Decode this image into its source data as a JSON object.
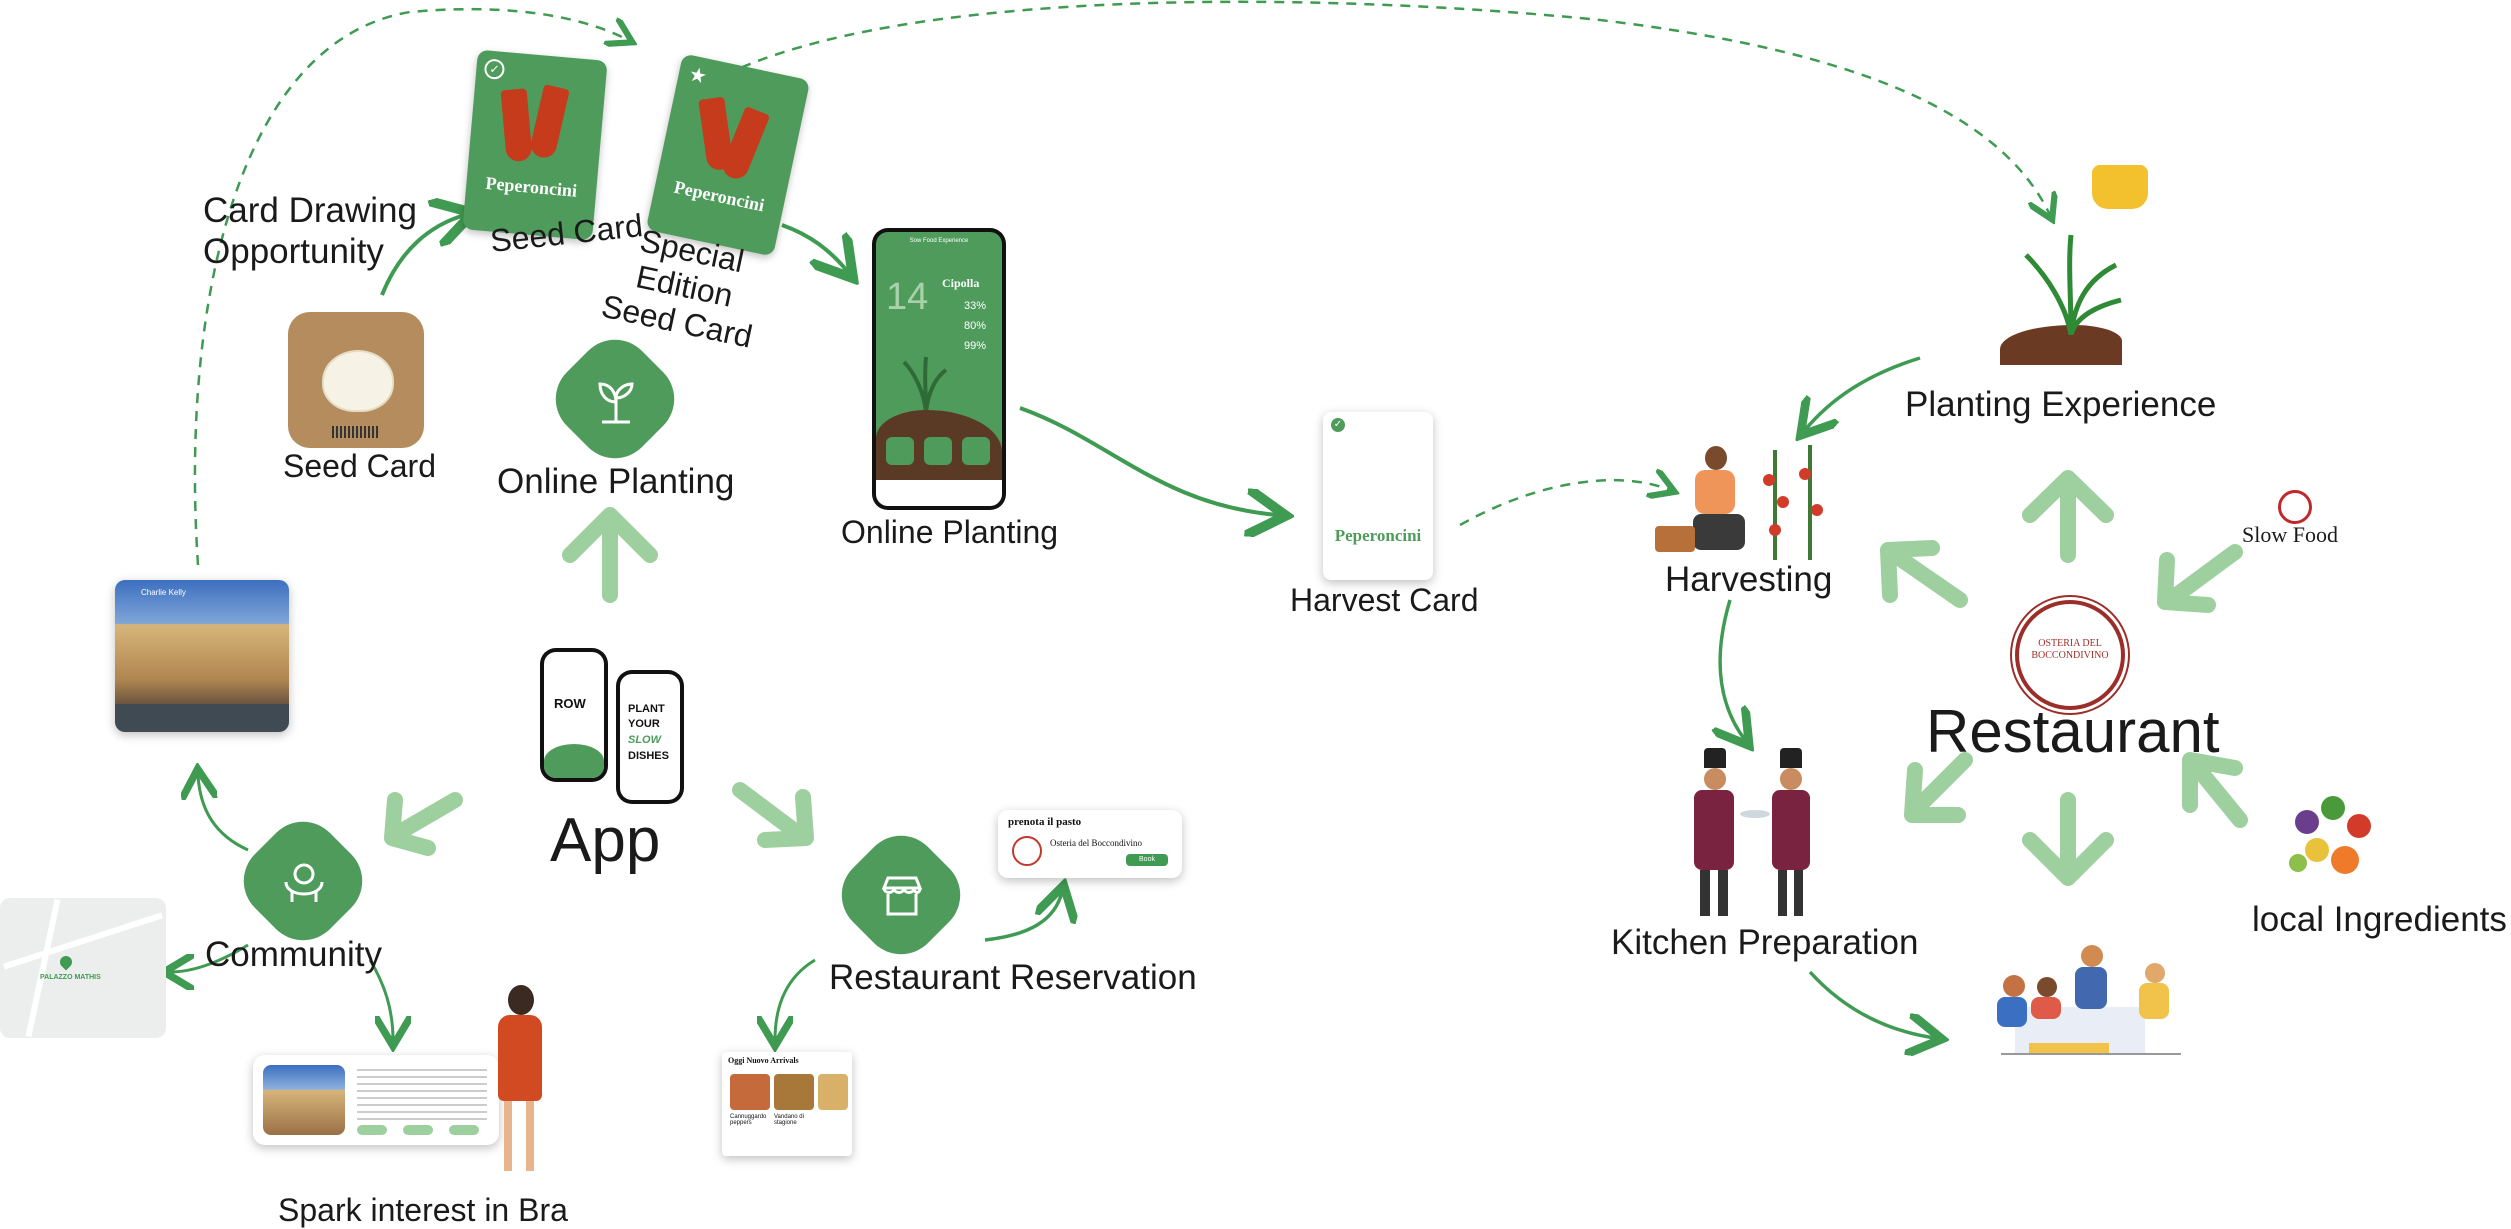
{
  "labels": {
    "card_drawing": "Card Drawing\nOpportunity",
    "seed_card_top": "Seed Card",
    "special_edition": "Special\nEdition\nSeed Card",
    "seed_card_left": "Seed Card",
    "online_planting_center": "Online Planting",
    "online_planting_phone": "Online Planting",
    "harvest_card": "Harvest Card",
    "app": "App",
    "community": "Community",
    "spark_interest": "Spark interest in Bra",
    "restaurant_reservation": "Restaurant Reservation",
    "planting_experience": "Planting Experience",
    "harvesting": "Harvesting",
    "restaurant": "Restaurant",
    "slow_food": "Slow Food",
    "kitchen_preparation": "Kitchen Preparation",
    "local_ingredients": "local Ingredients"
  },
  "cards": {
    "peperoncini": "Peperoncini"
  },
  "phone_screen": {
    "header": "Sow Food Experience",
    "temperature": "14",
    "plant_name": "Cipolla",
    "stat1": "33%",
    "stat2": "80%",
    "stat3": "99%"
  },
  "app_phone": {
    "brand": "ROW",
    "slogan_1": "PLANT",
    "slogan_2": "YOUR",
    "slogan_3": "SLOW",
    "slogan_4": "DISHES"
  },
  "reservation_card": {
    "title": "prenota il pasto",
    "venue": "Osteria del Boccondivino",
    "button": "Book"
  },
  "menu_card": {
    "title": "Oggi Nuovo Arrivals",
    "dish1": "Cannuggardo peppers",
    "dish2": "Vandano di stagione"
  },
  "restaurant_logo": {
    "text": "OSTERIA DEL BOCCONDIVINO"
  },
  "photo_card": {
    "user": "Charlie Kelly"
  },
  "map": {
    "place": "PALAZZO MATHIS"
  },
  "colors": {
    "green": "#4f9b5c",
    "light_green": "#9ecf9f",
    "arrow_green": "#3f9a52",
    "pepper_red": "#c53b1c"
  }
}
